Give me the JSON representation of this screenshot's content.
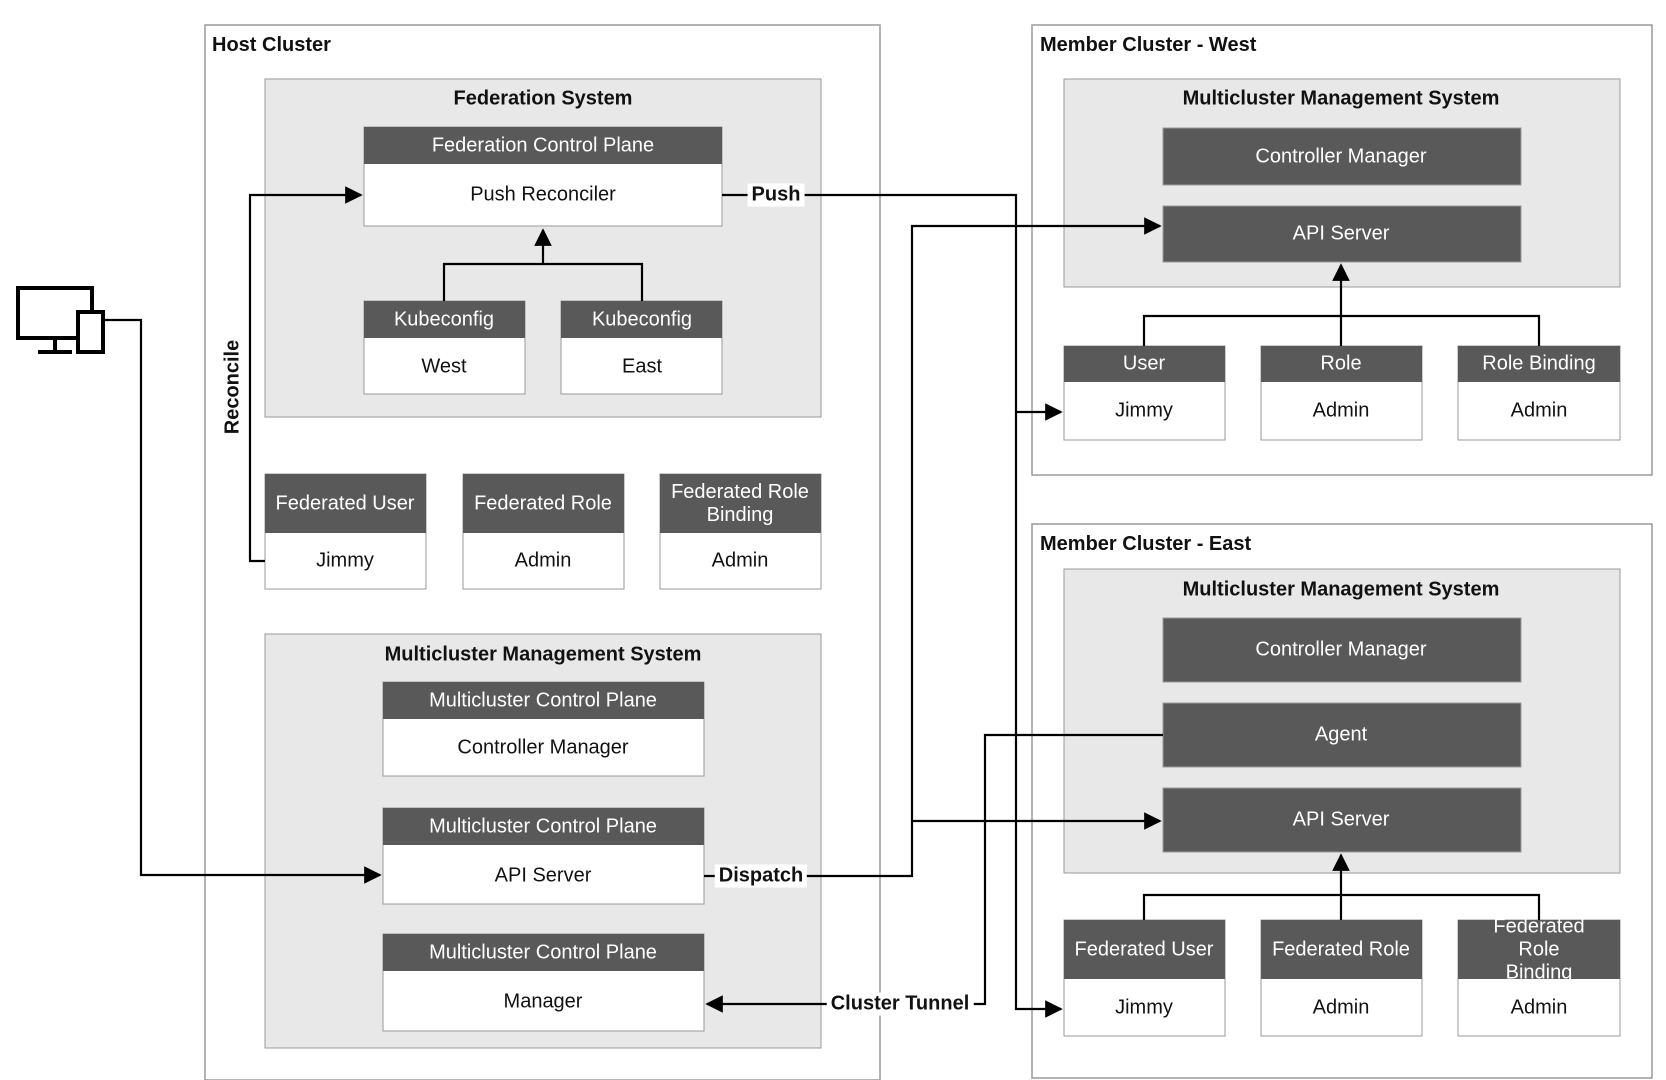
{
  "host": {
    "title": "Host Cluster",
    "federation": {
      "title": "Federation System",
      "control_plane": {
        "header": "Federation Control Plane",
        "body": "Push Reconciler"
      },
      "kubeconfigs": [
        {
          "header": "Kubeconfig",
          "body": "West"
        },
        {
          "header": "Kubeconfig",
          "body": "East"
        }
      ]
    },
    "federated_resources": [
      {
        "header": "Federated User",
        "body": "Jimmy"
      },
      {
        "header": "Federated Role",
        "body": "Admin"
      },
      {
        "header": "Federated Role\nBinding",
        "body": "Admin"
      }
    ],
    "multicluster": {
      "title": "Multicluster Management System",
      "planes": [
        {
          "header": "Multicluster Control Plane",
          "body": "Controller Manager"
        },
        {
          "header": "Multicluster Control Plane",
          "body": "API Server"
        },
        {
          "header": "Multicluster Control Plane",
          "body": "Manager"
        }
      ]
    }
  },
  "west": {
    "title": "Member  Cluster - West",
    "mcm": {
      "title": "Multicluster Management System",
      "controller": "Controller Manager",
      "api": "API Server"
    },
    "resources": [
      {
        "header": "User",
        "body": "Jimmy"
      },
      {
        "header": "Role",
        "body": "Admin"
      },
      {
        "header": "Role Binding",
        "body": "Admin"
      }
    ]
  },
  "east": {
    "title": "Member Cluster - East",
    "mcm": {
      "title": "Multicluster Management System",
      "controller": "Controller Manager",
      "agent": "Agent",
      "api": "API Server"
    },
    "resources": [
      {
        "header": "Federated User",
        "body": "Jimmy"
      },
      {
        "header": "Federated Role",
        "body": "Admin"
      },
      {
        "header": "Federated Role\nBinding",
        "body": "Admin"
      }
    ]
  },
  "edges": {
    "push": "Push",
    "reconcile": "Reconcile",
    "dispatch": "Dispatch",
    "tunnel": "Cluster Tunnel"
  },
  "client_device": {
    "icon": "monitor-phone-icon"
  }
}
